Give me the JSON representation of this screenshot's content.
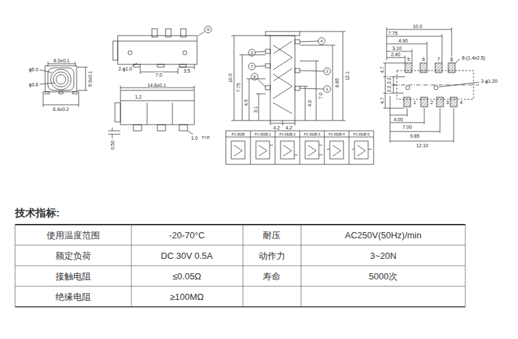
{
  "diagram": {
    "title": "技术指标:",
    "labels": [
      "ϕ5.0",
      "ϕ3.6",
      "6.0±0.1",
      "6.0±0.1",
      "6.4±0.2",
      "9",
      "2-ϕ1.0",
      "7.0",
      "3.5",
      "1.2",
      "14.6±0.1",
      "0.50",
      "1.0",
      "TYP.",
      "3",
      "7",
      "6",
      "4",
      "2",
      "1",
      "10.0",
      "7.75",
      "4.9",
      "3.1",
      "4.0",
      "7.0",
      "8.85",
      "12.1",
      "4.2",
      "4.2",
      "10.0",
      "7.75",
      "4.90",
      "3.10",
      "2.40",
      "5",
      "6",
      "7",
      "8",
      "8-(1.4x2.5)",
      "4.7",
      "2.2",
      "2.2",
      "4.7",
      "2-ϕ1.20",
      "1",
      "2",
      "3",
      "4",
      "4.00",
      "7.00",
      "9.85",
      "12.10",
      "PJ-392B",
      "PJ-392B-1",
      "PJ-392B-2",
      "PJ-392B-3",
      "PJ-392B-4",
      "PJ-392B-5",
      "使用温度范围",
      "-20-70°C",
      "耐压",
      "AC250V(50Hz)/min",
      "额定负荷",
      "DC 30V 0.5A",
      "动作力",
      "3~20N",
      "接触电阻",
      "≤0.05Ω",
      "寿命",
      "5000次",
      "绝缘电阻",
      "≥100MΩ"
    ]
  }
}
